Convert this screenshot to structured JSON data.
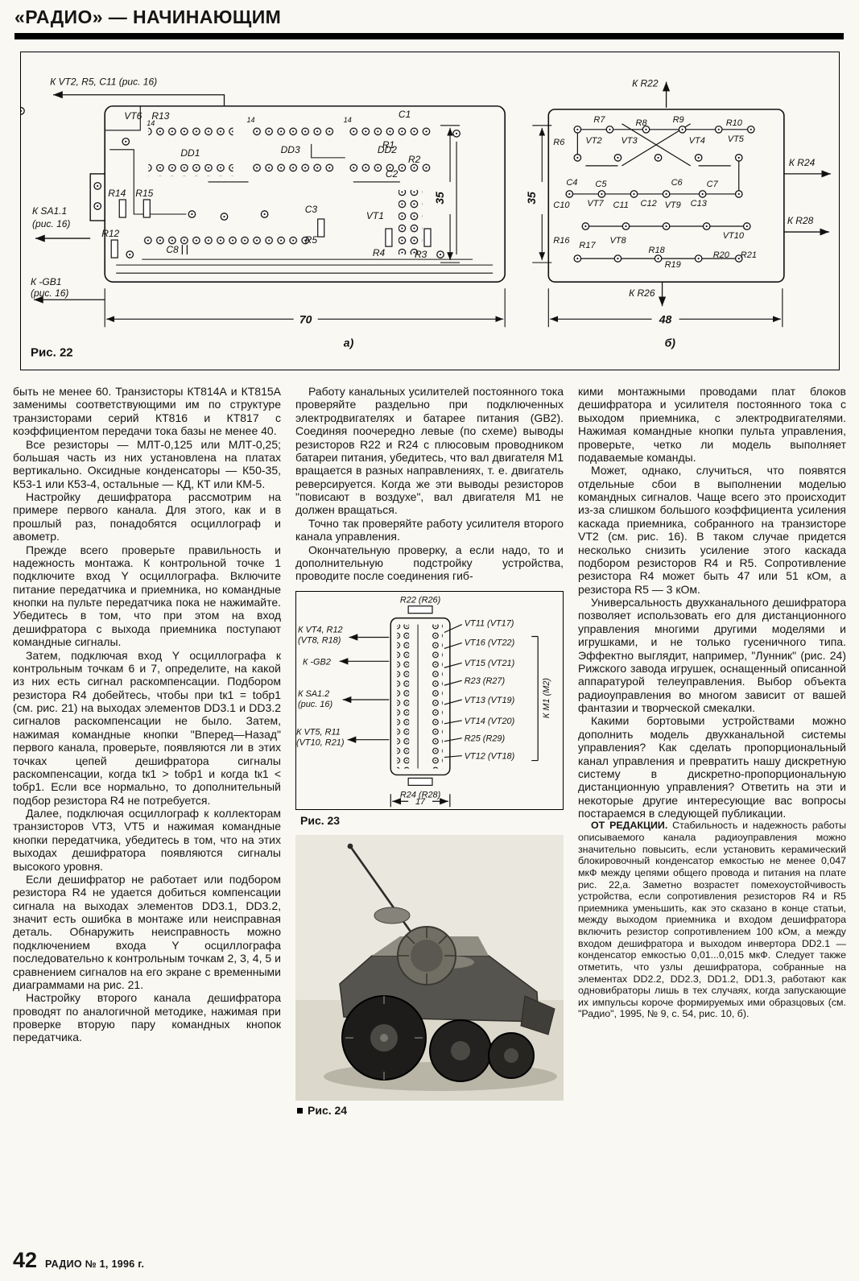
{
  "header": {
    "title": "«РАДИО» — НАЧИНАЮЩИМ"
  },
  "footer": {
    "page": "42",
    "journal": "РАДИО № 1, 1996 г."
  },
  "fig22": {
    "caption": "Рис. 22",
    "label_a": "а)",
    "label_b": "б)",
    "dim_w_a": "70",
    "dim_w_b": "48",
    "dim_h_a": "35",
    "dim_h_b": "35",
    "lead_top": "К VT2, R5, C11 (рис. 16)",
    "lead_sa": "К SA1.1",
    "lead_sa2": "(рис. 16)",
    "lead_gb": "К -GB1",
    "lead_gb2": "(рис. 16)",
    "lead_r22": "К R22",
    "lead_r24": "К R24",
    "lead_r28": "К R28",
    "lead_r26": "К R26",
    "a_labels": [
      "VT6",
      "R13",
      "DD1",
      "DD3",
      "DD2",
      "C1",
      "R1",
      "R2",
      "C2",
      "C3",
      "VT1",
      "R5",
      "R4",
      "R3",
      "R14",
      "R15",
      "R12",
      "C8",
      "14",
      "14",
      "14"
    ],
    "b_labels": [
      "R7",
      "R8",
      "R9",
      "R10",
      "R6",
      "VT2",
      "VT3",
      "VT4",
      "VT5",
      "C4",
      "C5",
      "C6",
      "C7",
      "C10",
      "VT7",
      "C11",
      "C12",
      "VT9",
      "C13",
      "R16",
      "R17",
      "VT8",
      "R18",
      "R19",
      "VT10",
      "R20",
      "R21"
    ]
  },
  "fig23": {
    "caption": "Рис. 23",
    "top_label": "R22 (R26)",
    "bottom_label": "R24 (R28)",
    "dim": "17",
    "motor_label": "К M1 (M2)",
    "left_labels": [
      "К VT4, R12",
      "(VT8, R18)",
      "К -GB2",
      "К SA1.2",
      "(рис. 16)",
      "К VT5, R11",
      "(VT10, R21)"
    ],
    "right_labels": [
      "VT11 (VT17)",
      "VT16 (VT22)",
      "VT15 (VT21)",
      "R23 (R27)",
      "VT13 (VT19)",
      "VT14 (VT20)",
      "R25 (R29)",
      "VT12 (VT18)"
    ]
  },
  "fig24": {
    "caption": "Рис. 24"
  },
  "col1": {
    "p": [
      "быть не менее 60. Транзисторы КТ814А и КТ815А заменимы соответствующими им по структуре транзисторами серий КТ816 и КТ817 с коэффициентом передачи тока базы не менее 40.",
      "Все резисторы — МЛТ-0,125 или МЛТ-0,25; большая часть из них установлена на платах вертикально. Оксидные конденсаторы — К50-35, К53-1 или К53-4, остальные — КД, КТ или КМ-5.",
      "Настройку дешифратора рассмотрим на примере первого канала. Для этого, как и в прошлый раз, понадобятся осциллограф и авометр.",
      "Прежде всего проверьте правильность и надежность монтажа. К контрольной точке 1 подключите вход Y осциллографа. Включите питание передатчика и приемника, но командные кнопки на пульте передатчика пока не нажимайте. Убедитесь в том, что при этом на вход дешифратора с выхода приемника поступают командные сигналы.",
      "Затем, подключая вход Y осциллографа к контрольным точкам 6 и 7, определите, на какой из них есть сигнал раскомпенсации. Подбором резистора R4 добейтесь, чтобы при tк1 = tобр1 (см. рис. 21) на выходах элементов DD3.1 и DD3.2 сигналов раскомпенсации не было. Затем, нажимая командные кнопки \"Вперед—Назад\" первого канала, проверьте, появляются ли в этих точках цепей дешифратора сигналы раскомпенсации, когда tк1 > tобр1 и когда tк1 < tобр1. Если все нормально, то дополнительный подбор резистора R4 не потребуется.",
      "Далее, подключая осциллограф к коллекторам транзисторов VT3, VT5 и нажимая командные кнопки передатчика, убедитесь в том, что на этих выходах дешифратора появляются сигналы высокого уровня.",
      "Если дешифратор не работает или подбором резистора R4 не удается добиться компенсации сигнала на выходах элементов DD3.1, DD3.2, значит есть ошибка в монтаже или неисправная деталь. Обнаружить неисправность можно подключением входа Y осциллографа последовательно к контрольным точкам 2, 3, 4, 5 и сравнением сигналов на его экране с временными диаграммами на рис. 21.",
      "Настройку второго канала дешифратора проводят по аналогичной методике, нажимая при проверке вторую пару командных кнопок передатчика."
    ]
  },
  "col2": {
    "p": [
      "Работу канальных усилителей постоянного тока проверяйте раздельно при подключенных электродвигателях и батарее питания (GB2). Соединяя поочередно левые (по схеме) выводы резисторов R22 и R24 с плюсовым проводником батареи питания, убедитесь, что вал двигателя M1 вращается в разных направлениях, т. е. двигатель реверсируется. Когда же эти выводы резисторов \"повисают в воздухе\", вал двигателя M1 не должен вращаться.",
      "Точно так проверяйте работу усилителя второго канала управления.",
      "Окончательную проверку, а если надо, то и дополнительную подстройку устройства, проводите после соединения гиб-"
    ]
  },
  "col3": {
    "p": [
      "кими монтажными проводами плат блоков дешифратора и усилителя постоянного тока с выходом приемника, с электродвигателями. Нажимая командные кнопки пульта управления, проверьте, четко ли модель выполняет подаваемые команды.",
      "Может, однако, случиться, что появятся отдельные сбои в выполнении моделью командных сигналов. Чаще всего это происходит из-за слишком большого коэффициента усиления каскада приемника, собранного на транзисторе VT2 (см. рис. 16). В таком случае придется несколько снизить усиление этого каскада подбором резисторов R4 и R5. Сопротивление резистора R4 может быть 47 или 51 кОм, а резистора R5 — 3 кОм.",
      "Универсальность двухканального дешифратора позволяет использовать его для дистанционного управления многими другими моделями и игрушками, и не только гусеничного типа. Эффектно выглядит, например, \"Лунник\" (рис. 24) Рижского завода игрушек, оснащенный описанной аппаратурой телеуправления. Выбор объекта радиоуправления во многом зависит от вашей фантазии и творческой смекалки.",
      "Какими бортовыми устройствами можно дополнить модель двухканальной системы управления? Как сделать пропорциональный канал управления и превратить нашу дискретную систему в дискретно-пропорциональную дистанционную управления? Ответить на эти и некоторые другие интересующие вас вопросы постараемся в следующей публикации."
    ],
    "ed_label": "ОТ РЕДАКЦИИ.",
    "ed_text": " Стабильность и надежность работы описываемого канала радиоуправления можно значительно повысить, если установить керамический блокировочный конденсатор емкостью не менее 0,047 мкФ между цепями общего провода и питания на плате рис. 22,а. Заметно возрастет помехоустойчивость устройства, если сопротивления резисторов R4 и R5 приемника уменьшить, как это сказано в конце статьи, между выходом приемника и входом дешифратора включить резистор сопротивлением 100 кОм, а между входом дешифратора и выходом инвертора DD2.1 — конденсатор емкостью 0,01...0,015 мкФ. Следует также отметить, что узлы дешифратора, собранные на элементах DD2.2, DD2.3, DD1.2, DD1.3, работают как одновибраторы лишь в тех случаях, когда запускающие их импульсы короче формируемых ими образцовых (см. \"Радио\", 1995, № 9, с. 54, рис. 10, б)."
  }
}
